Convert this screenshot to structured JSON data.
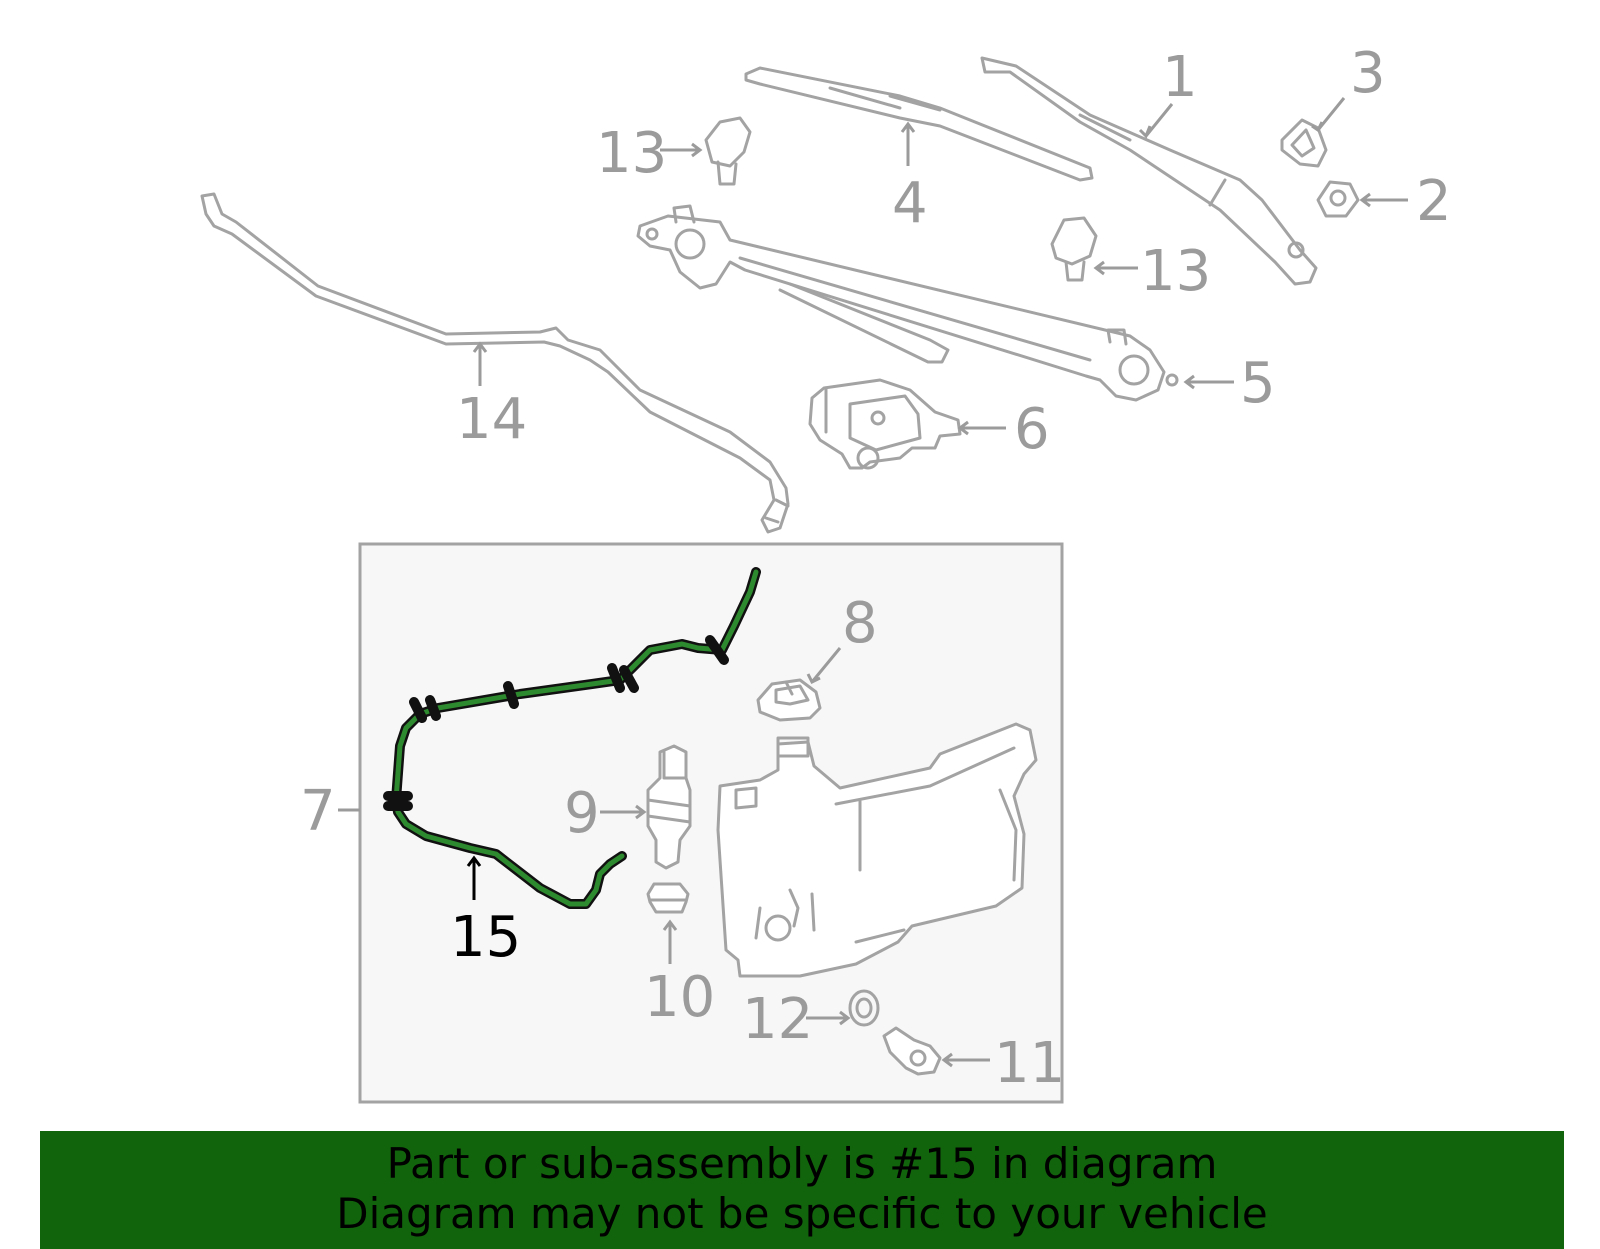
{
  "callouts": {
    "c1": "1",
    "c2": "2",
    "c3": "3",
    "c4": "4",
    "c5": "5",
    "c6": "6",
    "c7": "7",
    "c8": "8",
    "c9": "9",
    "c10": "10",
    "c11": "11",
    "c12": "12",
    "c13a": "13",
    "c13b": "13",
    "c14": "14",
    "c15": "15"
  },
  "highlighted_part": "15",
  "banner": {
    "line1": "Part or sub-assembly is #15 in diagram",
    "line2": "Diagram may not be specific to your vehicle"
  },
  "colors": {
    "banner": "#12640c",
    "highlight": "#2e8a2e",
    "outline": "#a3a3a3"
  }
}
